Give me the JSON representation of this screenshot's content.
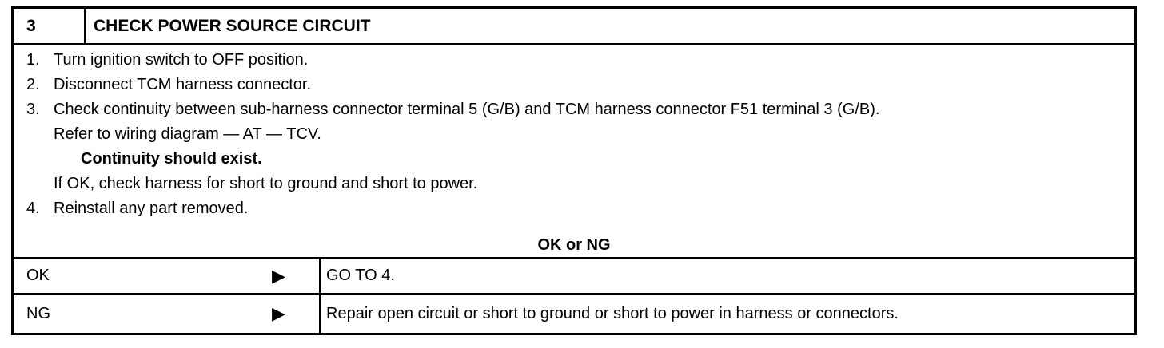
{
  "header": {
    "step_number": "3",
    "title": "CHECK POWER SOURCE CIRCUIT"
  },
  "procedure": {
    "steps": [
      {
        "num": "1.",
        "text": "Turn ignition switch to OFF position."
      },
      {
        "num": "2.",
        "text": "Disconnect TCM harness connector."
      },
      {
        "num": "3.",
        "text": "Check continuity between sub-harness connector terminal 5 (G/B) and TCM harness connector F51 terminal 3 (G/B)."
      },
      {
        "num": "4.",
        "text": "Reinstall any part removed."
      }
    ],
    "step3_ref": "Refer to wiring diagram — AT — TCV.",
    "step3_spec": "Continuity should exist.",
    "step3_note": "If OK, check harness for short to ground and short to power."
  },
  "result_heading": "OK or NG",
  "results": [
    {
      "condition": "OK",
      "arrow": "▶",
      "action": "GO TO 4."
    },
    {
      "condition": "NG",
      "arrow": "▶",
      "action": "Repair open circuit or short to ground or short to power in harness or connectors."
    }
  ]
}
